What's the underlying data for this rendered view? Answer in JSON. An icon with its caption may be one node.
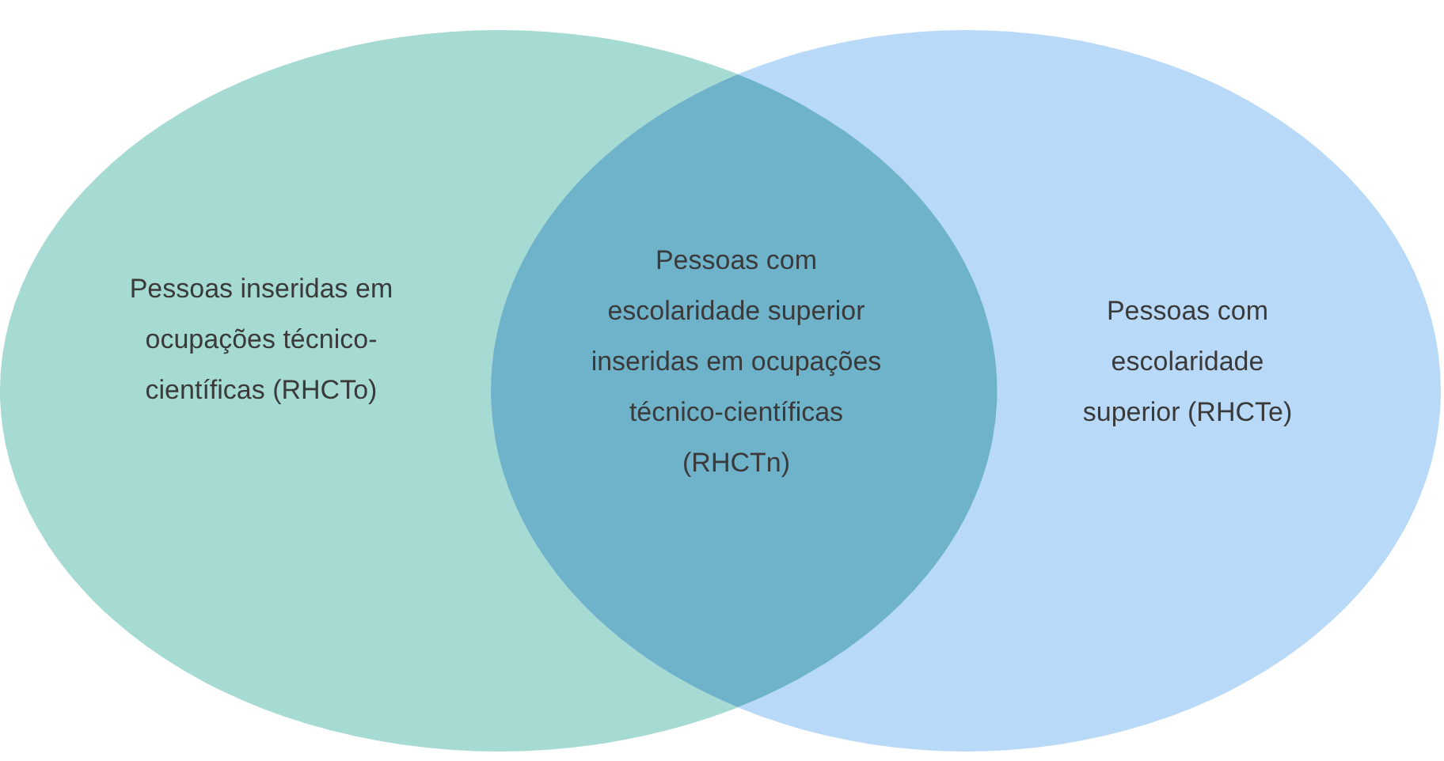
{
  "diagram": {
    "nodes": [
      {
        "text": [
          "Pessoas inseridas em ocupações técnico-científicas (RHCTo)"
        ]
      },
      {
        "text": [
          "Pessoas com escolaridade superior (RHCTe)"
        ]
      },
      {
        "text": [
          "Pessoas com escolaridade superior inseridas em ocupações técnico-científicas (RHCTn)"
        ]
      }
    ]
  }
}
